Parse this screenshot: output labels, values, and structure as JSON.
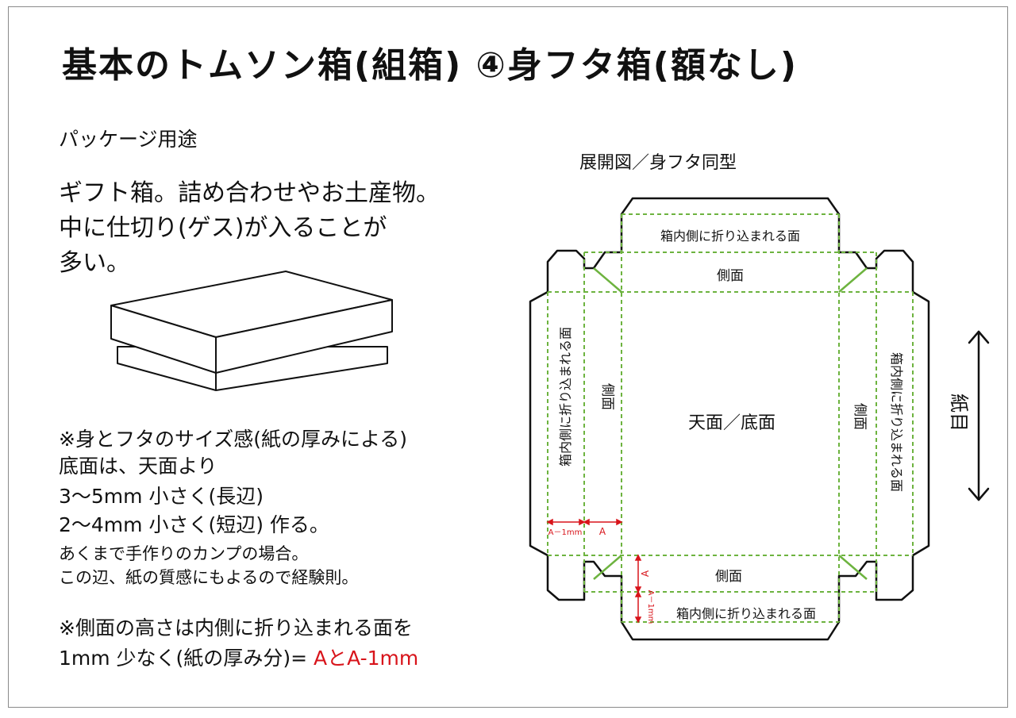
{
  "title": "基本のトムソン箱(組箱) ④身フタ箱(額なし)",
  "usage_heading": "パッケージ用途",
  "usage_lines": [
    "ギフト箱。詰め合わせやお土産物。",
    "中に仕切り(ゲス)が入ることが",
    "多い。"
  ],
  "note1_lines": [
    "※身とフタのサイズ感(紙の厚みによる)",
    "底面は、天面より",
    "3～5mm 小さく(長辺)",
    "2～4mm 小さく(短辺) 作る。"
  ],
  "note2_lines": [
    "あくまで手作りのカンプの場合。",
    "この辺、紙の質感にもよるので経験則。"
  ],
  "note3_line1": "※側面の高さは内側に折り込まれる面を",
  "note3_line2_prefix": "1mm 少なく(紙の厚み分)=",
  "note3_line2_red": "AとA-1mm",
  "diagram": {
    "caption": "展開図／身フタ同型",
    "top_fold_in": "箱内側に折り込まれる面",
    "top_side": "側面",
    "center": "天面／底面",
    "bottom_side": "側面",
    "bottom_fold_in": "箱内側に折り込まれる面",
    "left_fold_in": "箱内側に折り込まれる面",
    "left_side": "側面",
    "right_side": "側面",
    "right_fold_in": "箱内側に折り込まれる面",
    "dim_a_minus": "A－1mm",
    "dim_a": "A",
    "dim_a_vert": "A",
    "dim_a_minus_vert": "A－1mm",
    "grain_label": "紙目"
  },
  "colors": {
    "fold_line": "#6db33f",
    "dimension": "#d8141b",
    "outline": "#111111"
  }
}
